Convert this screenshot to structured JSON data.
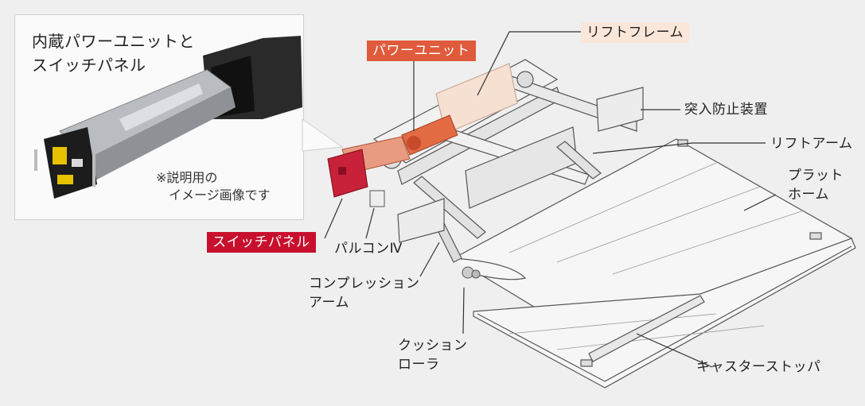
{
  "inset": {
    "title": "内蔵パワーユニットと\nスイッチパネル",
    "note": "※説明用の\n　イメージ画像です"
  },
  "labels": {
    "power_unit": "パワーユニット",
    "lift_frame": "リフトフレーム",
    "rush_prevention": "突入防止装置",
    "lift_arm": "リフトアーム",
    "platform": "プラット\nホーム",
    "switch_panel": "スイッチパネル",
    "palcon": "パルコンⅣ",
    "compression_arm": "コンプレッション\nアーム",
    "cushion_roller": "クッション\nローラ",
    "caster_stopper": "キャスターストッパ"
  },
  "colors": {
    "background": "#efefef",
    "power_unit_tag": "#e05a3c",
    "switch_panel_tag": "#c8102e",
    "lift_frame_tag": "#fbe6da",
    "machine_line": "#555555"
  }
}
